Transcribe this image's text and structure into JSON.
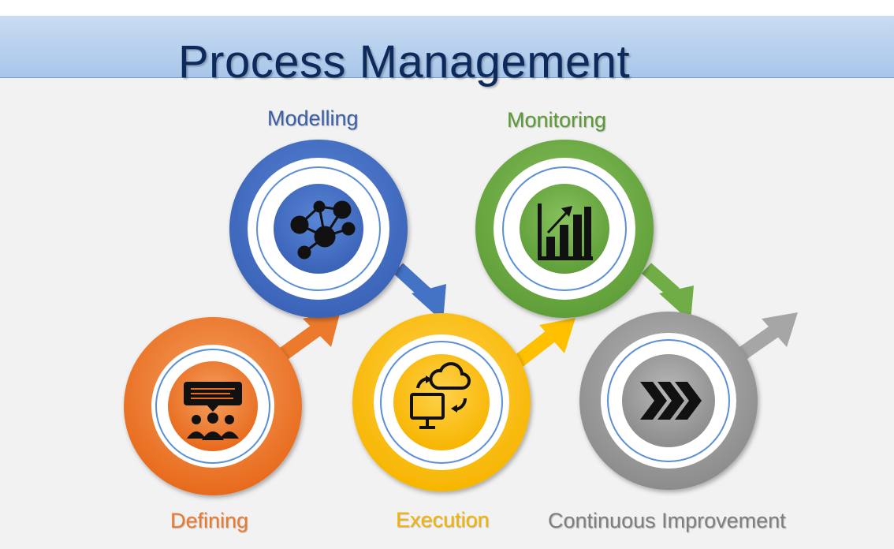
{
  "title": "Process Management",
  "colors": {
    "banner": "#a8c6ea",
    "title_text": "#0d2a5c",
    "defining": "#ec7a2c",
    "modelling": "#4472c4",
    "execution": "#ffc000",
    "monitoring": "#70ad47",
    "improvement": "#a6a6a6"
  },
  "steps": [
    {
      "label": "Defining",
      "icon": "meeting-presentation-icon",
      "color": "#ec7a2c"
    },
    {
      "label": "Modelling",
      "icon": "network-people-icon",
      "color": "#3b5fa8"
    },
    {
      "label": "Execution",
      "icon": "computer-cloud-sync-icon",
      "color": "#f4b400"
    },
    {
      "label": "Monitoring",
      "icon": "bar-chart-growth-icon",
      "color": "#5c9a35"
    },
    {
      "label": "Continuous Improvement",
      "icon": "triple-chevron-right-icon",
      "color": "#7f7f7f"
    }
  ]
}
